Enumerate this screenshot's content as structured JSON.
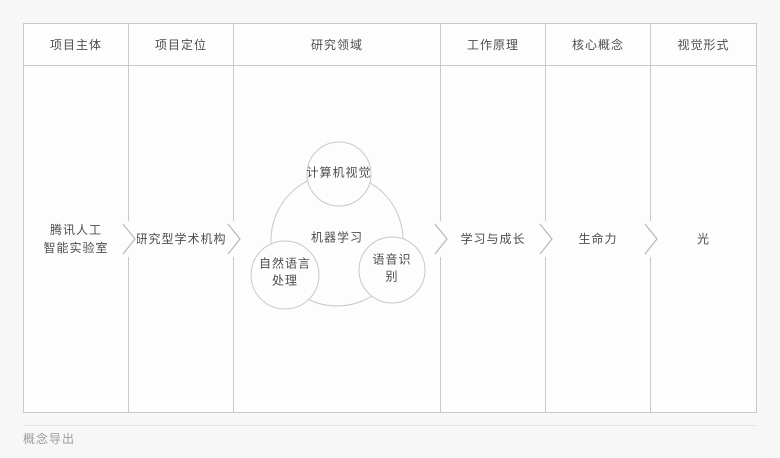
{
  "colors": {
    "page-bg": "#f7f7f7",
    "table-bg": "#fdfdfd",
    "border": "#c9c9c9",
    "stroke": "#c8c8c8",
    "chevron": "#b3b3b3",
    "text": "#4d4d4d",
    "muted": "#9b9b9b",
    "rule": "#e3e3e3"
  },
  "table": {
    "columns": [
      {
        "id": "project-subject",
        "header": "项目主体",
        "content": "腾讯人工\n智能实验室"
      },
      {
        "id": "project-positioning",
        "header": "项目定位",
        "content": "研究型学术机构"
      },
      {
        "id": "research-field",
        "header": "研究领域",
        "content": ""
      },
      {
        "id": "working-principle",
        "header": "工作原理",
        "content": "学习与成长"
      },
      {
        "id": "core-concept",
        "header": "核心概念",
        "content": "生命力"
      },
      {
        "id": "visual-form",
        "header": "视觉形式",
        "content": "光"
      }
    ]
  },
  "diagram": {
    "center_label": "机器学习",
    "nodes": [
      {
        "id": "computer-vision",
        "label": "计算机视觉"
      },
      {
        "id": "nlp",
        "label": "自然语言\n处理"
      },
      {
        "id": "speech-recognition",
        "label": "语音识别"
      }
    ]
  },
  "footer": {
    "caption": "概念导出"
  }
}
